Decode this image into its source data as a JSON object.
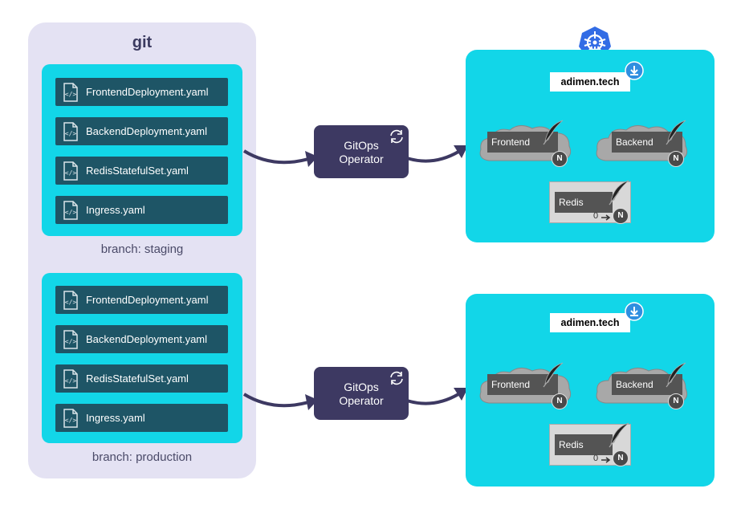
{
  "git": {
    "title": "git",
    "branches": [
      {
        "label": "branch: staging",
        "files": [
          "FrontendDeployment.yaml",
          "BackendDeployment.yaml",
          "RedisStatefulSet.yaml",
          "Ingress.yaml"
        ]
      },
      {
        "label": "branch: production",
        "files": [
          "FrontendDeployment.yaml",
          "BackendDeployment.yaml",
          "RedisStatefulSet.yaml",
          "Ingress.yaml"
        ]
      }
    ]
  },
  "operators": [
    {
      "line1": "GitOps",
      "line2": "Operator"
    },
    {
      "line1": "GitOps",
      "line2": "Operator"
    }
  ],
  "clusters": [
    {
      "domain": "adimen.tech",
      "services": {
        "frontend": "Frontend",
        "backend": "Backend",
        "redis": "Redis"
      },
      "node_badge": "N",
      "redis_replica": "0"
    },
    {
      "domain": "adimen.tech",
      "services": {
        "frontend": "Frontend",
        "backend": "Backend",
        "redis": "Redis"
      },
      "node_badge": "N",
      "redis_replica": "0"
    }
  ],
  "colors": {
    "panel_bg": "#e4e2f3",
    "cyan": "#12d6e8",
    "file_bg": "#1e5566",
    "operator_bg": "#3d3962",
    "kubernetes_blue": "#326ce5"
  }
}
